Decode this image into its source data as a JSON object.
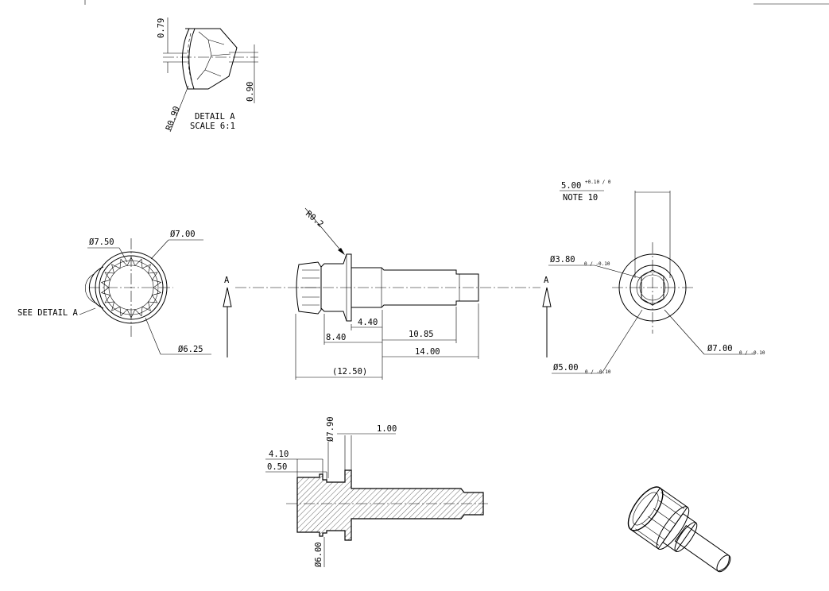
{
  "detail_a": {
    "title": "DETAIL  A",
    "scale": "SCALE  6:1",
    "dim_top": "0.79",
    "dim_right": "0.90",
    "radius": "R0.90"
  },
  "end_view_left": {
    "dia_outer": "Ø7.50",
    "dia_top": "Ø7.00",
    "dia_bottom": "Ø6.25",
    "see_detail": "SEE DETAIL  A"
  },
  "side_view": {
    "radius": "R0.2",
    "section_mark_left": "A",
    "section_mark_right": "A",
    "dims": {
      "d1": "4.40",
      "d2": "8.40",
      "d3": "10.85",
      "d4": "14.00",
      "d5": "(12.50)"
    }
  },
  "end_view_right": {
    "top_dim": "5.00",
    "top_tol": "+0.10 / 0",
    "note": "NOTE 10",
    "dia_inner": "Ø3.80",
    "dia_inner_tol": "0 / -0.10",
    "dia_bottom": "Ø5.00",
    "dia_bottom_tol": "0 / -0.10",
    "dia_right": "Ø7.00",
    "dia_right_tol": "0 / -0.10"
  },
  "section_view": {
    "dia_top": "Ø7.90",
    "dim_width": "1.00",
    "dim_a": "4.10",
    "dim_b": "0.50",
    "dia_bottom": "Ø6.00"
  }
}
